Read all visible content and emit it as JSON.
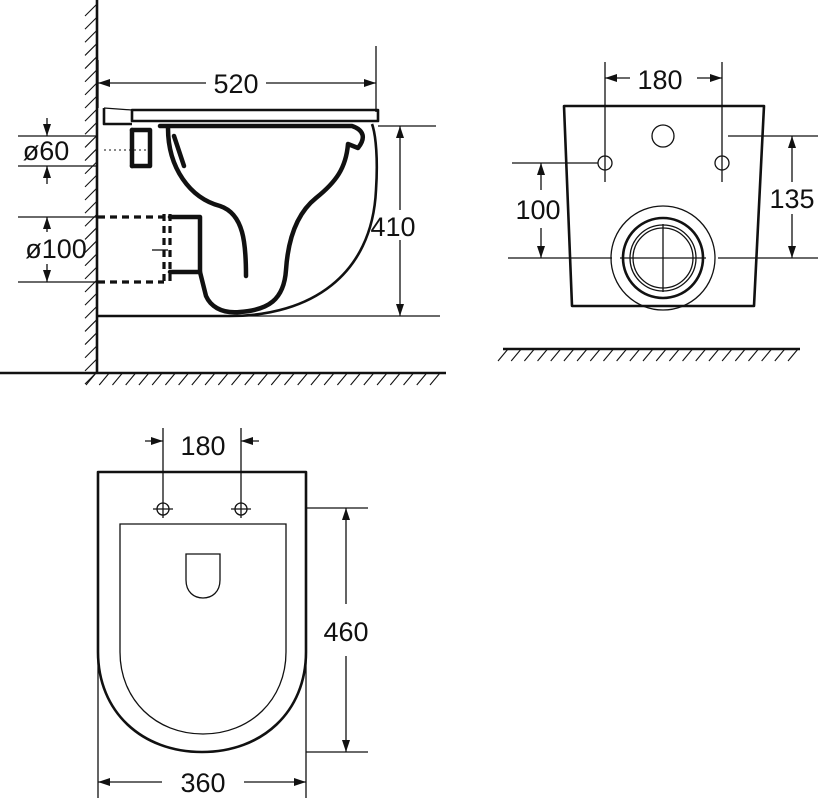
{
  "side_view": {
    "width_label": "520",
    "height_label": "410",
    "inlet_label": "ø60",
    "outlet_label": "ø100"
  },
  "rear_view": {
    "bolt_spacing_label": "180",
    "outlet_height_label": "100",
    "bolt_height_label": "135"
  },
  "top_view": {
    "bolt_spacing_label": "180",
    "depth_label": "460",
    "width_label": "360"
  }
}
